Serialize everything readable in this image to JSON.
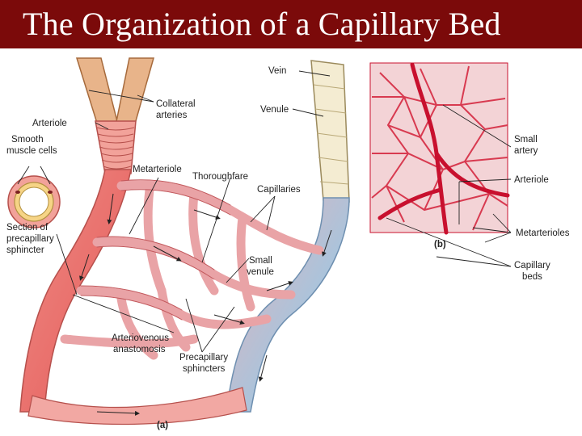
{
  "title": "The Organization of a Capillary Bed",
  "panel_a": {
    "caption": "(a)",
    "labels": {
      "vein": "Vein",
      "venule": "Venule",
      "collateral_1": "Collateral",
      "collateral_2": "arteries",
      "arteriole": "Arteriole",
      "smooth_1": "Smooth",
      "smooth_2": "muscle cells",
      "metarteriole": "Metarteriole",
      "thoroughfare": "Thoroughfare",
      "capillaries": "Capillaries",
      "section_1": "Section of",
      "section_2": "precapillary",
      "section_3": "sphincter",
      "small_venule_1": "Small",
      "small_venule_2": "venule",
      "av_1": "Arteriovenous",
      "av_2": "anastomosis",
      "precap_1": "Precapillary",
      "precap_2": "sphincters"
    }
  },
  "panel_b": {
    "caption": "(b)",
    "labels": {
      "small_artery_1": "Small",
      "small_artery_2": "artery",
      "arteriole": "Arteriole",
      "metarterioles": "Metarterioles",
      "capillary_beds_1": "Capillary",
      "capillary_beds_2": "beds"
    }
  },
  "colors": {
    "title_bar": "#7b0a0a",
    "artery_red": "#e9736f",
    "vein_blue": "#a9c4dc",
    "collateral_tan": "#e8b48a",
    "micrograph_bg": "#f3d3d6",
    "micrograph_vessel": "#c8102e"
  }
}
